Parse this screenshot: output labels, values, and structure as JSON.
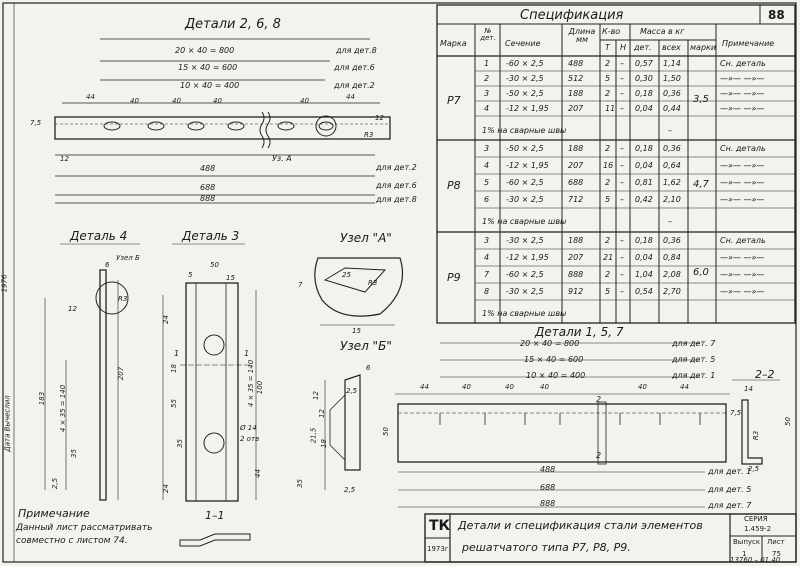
{
  "sheet_number": "88",
  "top_left": {
    "title": "Детали 2, 6, 8",
    "dims": [
      "20 × 40 = 800",
      "15 × 40 = 600",
      "10 × 40 = 400"
    ],
    "for_labels": [
      "для дет.8",
      "для дет.6",
      "для дет.2"
    ],
    "spacing": [
      "44",
      "40",
      "40",
      "40",
      "40",
      "44"
    ],
    "lengths": [
      "488",
      "688",
      "888"
    ],
    "length_labels": [
      "для дет.2",
      "для дет.6",
      "для дет.8"
    ],
    "small_dims": [
      "R3",
      "12",
      "7,5",
      "12"
    ],
    "node_label": "Уз. А"
  },
  "left_mid": {
    "detail4": "Деталь 4",
    "detail3": "Деталь 3",
    "node_b_ref": "Узел Б",
    "detail4_dims": [
      "6",
      "R3",
      "12",
      "183",
      "4 × 35 = 140",
      "207",
      "35",
      "2,5"
    ],
    "detail3_dims": [
      "5",
      "50",
      "15",
      "24",
      "4 × 35 = 140",
      "100",
      "44",
      "24",
      "35",
      "55",
      "18"
    ],
    "hole_label": "Ø 14",
    "hole_count": "2 отв",
    "section_mark": "1"
  },
  "node_a": {
    "title": "Узел \"А\"",
    "dims": [
      "7",
      "25",
      "R3",
      "15"
    ]
  },
  "node_b": {
    "title": "Узел \"Б\"",
    "dims": [
      "6",
      "2,5",
      "12",
      "21,5",
      "18",
      "12",
      "35",
      "2,5"
    ]
  },
  "section_1_1": "1–1",
  "section_2_2": "2–2",
  "note": {
    "title": "Примечание",
    "line1": "Данный лист рассматривать",
    "line2": "совместно с листом 74."
  },
  "side_labels": [
    "Дата  Вычеслил",
    "1976"
  ],
  "spec": {
    "title": "Спецификация",
    "headers": {
      "mark": "Марка",
      "no": "№ дет.",
      "section": "Сечение",
      "length": "Длина мм",
      "qty": "К-во",
      "qty_t": "Т",
      "qty_n": "Н",
      "mass": "Масса в кг",
      "mass_det": "дет.",
      "mass_all": "всех",
      "mass_mark": "марки",
      "note": "Примечание"
    },
    "groups": [
      {
        "mark": "Р7",
        "mass_mark": "3,5",
        "rows": [
          {
            "no": "1",
            "section": "-60 × 2,5",
            "length": "488",
            "t": "2",
            "n": "–",
            "det": "0,57",
            "all": "1,14",
            "note": "Сн. деталь"
          },
          {
            "no": "2",
            "section": "-30 × 2,5",
            "length": "512",
            "t": "5",
            "n": "–",
            "det": "0,30",
            "all": "1,50",
            "note": "—»—   —»—"
          },
          {
            "no": "3",
            "section": "-50 × 2,5",
            "length": "188",
            "t": "2",
            "n": "–",
            "det": "0,18",
            "all": "0,36",
            "note": "—»—   —»—"
          },
          {
            "no": "4",
            "section": "-12 × 1,95",
            "length": "207",
            "t": "11",
            "n": "–",
            "det": "0,04",
            "all": "0,44",
            "note": "—»—   —»—"
          }
        ],
        "weld": "1% на сварные швы",
        "weld_dash": "–"
      },
      {
        "mark": "Р8",
        "mass_mark": "4,7",
        "rows": [
          {
            "no": "3",
            "section": "-50 × 2,5",
            "length": "188",
            "t": "2",
            "n": "–",
            "det": "0,18",
            "all": "0,36",
            "note": "Сн. деталь"
          },
          {
            "no": "4",
            "section": "-12 × 1,95",
            "length": "207",
            "t": "16",
            "n": "–",
            "det": "0,04",
            "all": "0,64",
            "note": "—»—   —»—"
          },
          {
            "no": "5",
            "section": "-60 × 2,5",
            "length": "688",
            "t": "2",
            "n": "–",
            "det": "0,81",
            "all": "1,62",
            "note": "—»—   —»—"
          },
          {
            "no": "6",
            "section": "-30 × 2,5",
            "length": "712",
            "t": "5",
            "n": "–",
            "det": "0,42",
            "all": "2,10",
            "note": "—»—   —»—"
          }
        ],
        "weld": "1% на сварные швы",
        "weld_dash": "–"
      },
      {
        "mark": "Р9",
        "mass_mark": "6,0",
        "rows": [
          {
            "no": "3",
            "section": "-30 × 2,5",
            "length": "188",
            "t": "2",
            "n": "–",
            "det": "0,18",
            "all": "0,36",
            "note": "Сн. деталь"
          },
          {
            "no": "4",
            "section": "-12 × 1,95",
            "length": "207",
            "t": "21",
            "n": "–",
            "det": "0,04",
            "all": "0,84",
            "note": "—»—   —»—"
          },
          {
            "no": "7",
            "section": "-60 × 2,5",
            "length": "888",
            "t": "2",
            "n": "–",
            "det": "1,04",
            "all": "2,08",
            "note": "—»—   —»—"
          },
          {
            "no": "8",
            "section": "-30 × 2,5",
            "length": "912",
            "t": "5",
            "n": "–",
            "det": "0,54",
            "all": "2,70",
            "note": "—»—   —»—"
          }
        ],
        "weld": "1% на сварные швы",
        "weld_dash": ""
      }
    ]
  },
  "bottom_right": {
    "title": "Детали 1, 5, 7",
    "dims": [
      "20 × 40 = 800",
      "15 × 40 = 600",
      "10 × 40 = 400"
    ],
    "for_labels": [
      "для дет. 7",
      "для дет. 5",
      "для дет. 1"
    ],
    "spacing": [
      "44",
      "40",
      "40",
      "40",
      "40",
      "44"
    ],
    "side_dims": [
      "50",
      "50",
      "7,5",
      "R3",
      "14",
      "2,5"
    ],
    "lengths": [
      "488",
      "688",
      "888"
    ],
    "length_labels": [
      "для дет. 1",
      "для дет. 5",
      "для дет. 7"
    ],
    "section_mark": "2"
  },
  "stamp": {
    "org": "ТК",
    "year": "1973г.",
    "title_line1": "Детали и спецификация стали элементов",
    "title_line2": "решатчатого типа  Р7, Р8, Р9.",
    "series_label": "СЕРИЯ",
    "series_value": "1.459-2",
    "issue_label": "Выпуск",
    "issue_value": "1",
    "sheet_label": "Лист",
    "sheet_value": "75",
    "doc_number": "13760 – 01 40"
  }
}
